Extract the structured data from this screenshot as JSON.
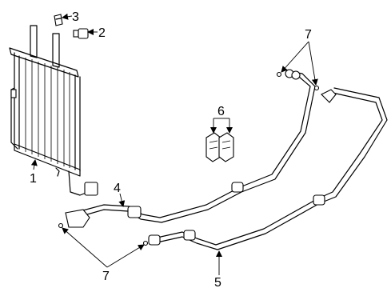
{
  "callouts": {
    "c1": "1",
    "c2": "2",
    "c3": "3",
    "c4": "4",
    "c5": "5",
    "c6": "6",
    "c7_top": "7",
    "c7_bottom": "7"
  }
}
